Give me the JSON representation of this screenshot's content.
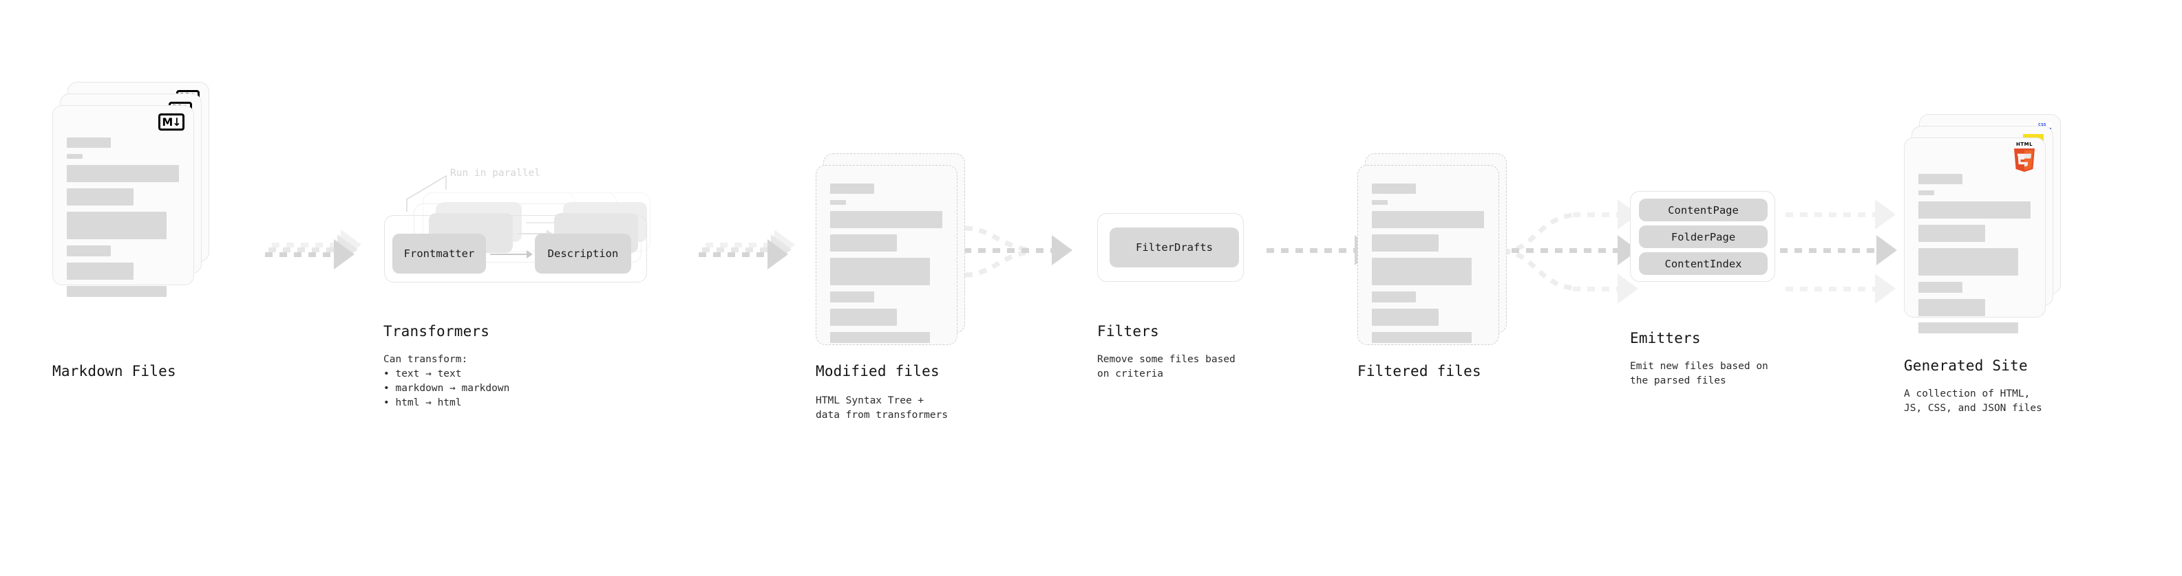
{
  "diagram": {
    "title_font_note": "monospace",
    "colors": {
      "arrow_dark": "#d5d5d5",
      "arrow_mid": "#e7e7e7",
      "arrow_light": "#f1f1f1",
      "chip_fill": "#d8d8d8",
      "skeleton_bar": "#d9d9d9",
      "card_border": "#e6e6e6",
      "dashed_border": "#cfcfcf",
      "html5_orange": "#e44d26",
      "js_yellow": "#f7df1e",
      "css_blue": "#264de4",
      "text": "#141414",
      "muted_text": "#d5d5d5"
    },
    "stages": [
      {
        "id": "markdown-files",
        "title": "Markdown Files",
        "desc": "",
        "badge": "markdown-icon",
        "badge_label": "M↓",
        "card_style": "solid"
      },
      {
        "id": "transformers",
        "title": "Transformers",
        "desc": "Can transform:\n• text → text\n• markdown → markdown\n• html → html",
        "desc_lines": [
          "Can transform:",
          "• text → text",
          "• markdown → markdown",
          "• html → html"
        ],
        "annotation": "Run in parallel",
        "chips": [
          "Frontmatter",
          "Description"
        ],
        "stack_count": 3
      },
      {
        "id": "modified-files",
        "title": "Modified files",
        "desc_lines": [
          "HTML Syntax Tree +",
          "data from transformers"
        ],
        "card_style": "dashed"
      },
      {
        "id": "filters",
        "title": "Filters",
        "desc_lines": [
          "Remove some files based",
          "on criteria"
        ],
        "chips": [
          "FilterDrafts"
        ]
      },
      {
        "id": "filtered-files",
        "title": "Filtered files",
        "desc_lines": [],
        "card_style": "dashed"
      },
      {
        "id": "emitters",
        "title": "Emitters",
        "desc_lines": [
          "Emit new files based on",
          "the parsed files"
        ],
        "chips": [
          "ContentPage",
          "FolderPage",
          "ContentIndex"
        ]
      },
      {
        "id": "generated-site",
        "title": "Generated Site",
        "desc_lines": [
          "A collection of HTML,",
          "JS, CSS, and JSON files"
        ],
        "badges": [
          "html5-icon",
          "js-icon",
          "css-icon"
        ],
        "badge_labels": {
          "html5": "HTML",
          "html5_digit": "5",
          "css": "CSS"
        },
        "card_style": "solid"
      }
    ],
    "skeleton_bars": [
      {
        "w": 64,
        "h": 15
      },
      {
        "w": 23,
        "h": 7
      },
      {
        "w": 163,
        "h": 25
      },
      {
        "w": 97,
        "h": 25
      },
      {
        "w": 145,
        "h": 40
      },
      {
        "w": 64,
        "h": 16
      },
      {
        "w": 97,
        "h": 25
      },
      {
        "w": 145,
        "h": 16
      }
    ]
  }
}
